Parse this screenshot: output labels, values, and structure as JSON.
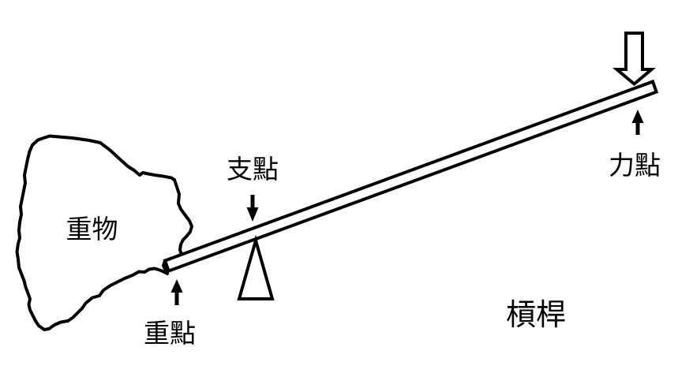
{
  "diagram": {
    "type": "lever-principle-diagram",
    "colors": {
      "line": "#000000",
      "background": "#ffffff"
    },
    "labels": {
      "weight_object": "重物",
      "fulcrum": "支點",
      "load_point": "重點",
      "effort_point": "力點",
      "lever": "槓桿"
    },
    "icons": {
      "applied_force": "large-hollow-down-arrow",
      "fulcrum_pointer": "small-solid-down-arrow",
      "load_pointer": "small-solid-up-arrow",
      "effort_pointer": "small-solid-up-arrow",
      "fulcrum_shape": "triangle-wedge",
      "weight_shape": "irregular-rock-blob",
      "lever_shape": "tilted-bar"
    }
  }
}
